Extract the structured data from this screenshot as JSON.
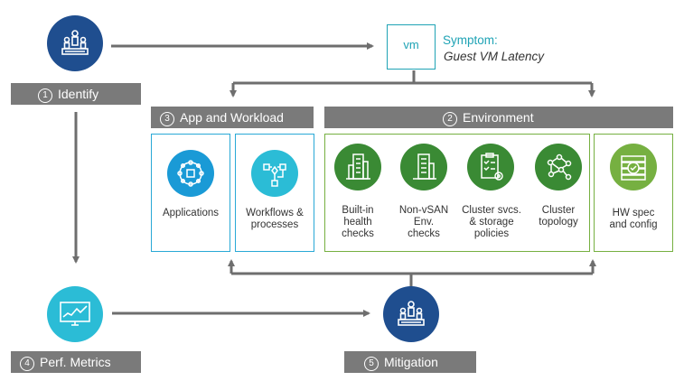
{
  "symptom": {
    "vm_label": "vm",
    "title": "Symptom:",
    "subtitle": "Guest VM Latency"
  },
  "steps": {
    "identify": {
      "number": "1",
      "label": "Identify"
    },
    "environment": {
      "number": "2",
      "label": "Environment"
    },
    "app_workload": {
      "number": "3",
      "label": "App and Workload"
    },
    "perf_metrics": {
      "number": "4",
      "label": "Perf. Metrics"
    },
    "mitigation": {
      "number": "5",
      "label": "Mitigation"
    }
  },
  "app_items": [
    {
      "icon": "applications-icon",
      "lines": [
        "Applications"
      ]
    },
    {
      "icon": "workflows-icon",
      "lines": [
        "Workflows &",
        "processes"
      ]
    }
  ],
  "env_items": [
    {
      "icon": "building-icon",
      "lines": [
        "Built-in",
        "health",
        "checks"
      ]
    },
    {
      "icon": "building-icon",
      "lines": [
        "Non-vSAN",
        "Env.",
        "checks"
      ]
    },
    {
      "icon": "checklist-gear-icon",
      "lines": [
        "Cluster svcs.",
        "& storage",
        "policies"
      ]
    },
    {
      "icon": "topology-icon",
      "lines": [
        "Cluster",
        "topology"
      ]
    },
    {
      "icon": "server-check-icon",
      "lines": [
        "HW spec",
        "and config"
      ]
    }
  ],
  "colors": {
    "dark_blue": "#1f4e8f",
    "light_blue": "#1a9ad6",
    "teal": "#2bbcd6",
    "green": "#3a8a34",
    "light_green": "#76b041",
    "banner_gray": "#7a7a7a",
    "line_gray": "#6e6e6e"
  }
}
